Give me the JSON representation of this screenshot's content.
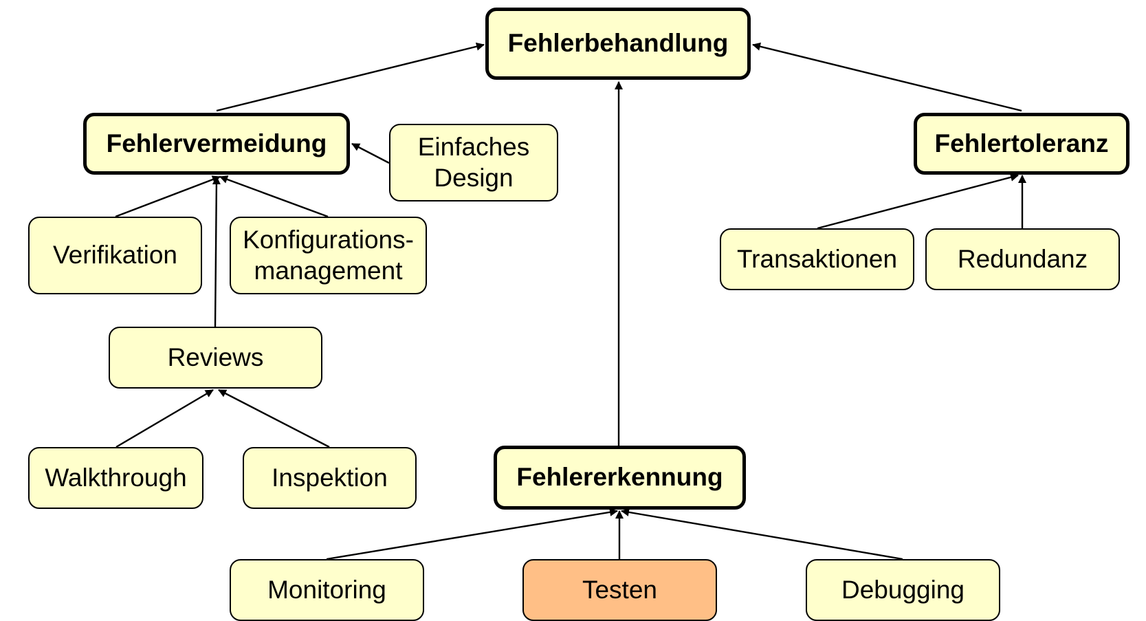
{
  "diagram": {
    "nodes": {
      "fehlerbehandlung": "Fehlerbehandlung",
      "fehlervermeidung": "Fehlervermeidung",
      "einfaches_design": "Einfaches\nDesign",
      "fehlertoleranz": "Fehlertoleranz",
      "verifikation": "Verifikation",
      "konfigurationsmanagement": "Konfigurations-\nmanagement",
      "transaktionen": "Transaktionen",
      "redundanz": "Redundanz",
      "reviews": "Reviews",
      "walkthrough": "Walkthrough",
      "inspektion": "Inspektion",
      "fehlererkennung": "Fehlererkennung",
      "monitoring": "Monitoring",
      "testen": "Testen",
      "debugging": "Debugging"
    },
    "edges": [
      {
        "from": "fehlervermeidung",
        "to": "fehlerbehandlung"
      },
      {
        "from": "fehlertoleranz",
        "to": "fehlerbehandlung"
      },
      {
        "from": "fehlererkennung",
        "to": "fehlerbehandlung"
      },
      {
        "from": "einfaches_design",
        "to": "fehlervermeidung"
      },
      {
        "from": "verifikation",
        "to": "fehlervermeidung"
      },
      {
        "from": "konfigurationsmanagement",
        "to": "fehlervermeidung"
      },
      {
        "from": "reviews",
        "to": "fehlervermeidung"
      },
      {
        "from": "walkthrough",
        "to": "reviews"
      },
      {
        "from": "inspektion",
        "to": "reviews"
      },
      {
        "from": "transaktionen",
        "to": "fehlertoleranz"
      },
      {
        "from": "redundanz",
        "to": "fehlertoleranz"
      },
      {
        "from": "monitoring",
        "to": "fehlererkennung"
      },
      {
        "from": "testen",
        "to": "fehlererkennung"
      },
      {
        "from": "debugging",
        "to": "fehlererkennung"
      }
    ],
    "colors": {
      "node_fill": "#ffffcc",
      "highlight_fill": "#ffbf86",
      "stroke": "#000000"
    }
  }
}
